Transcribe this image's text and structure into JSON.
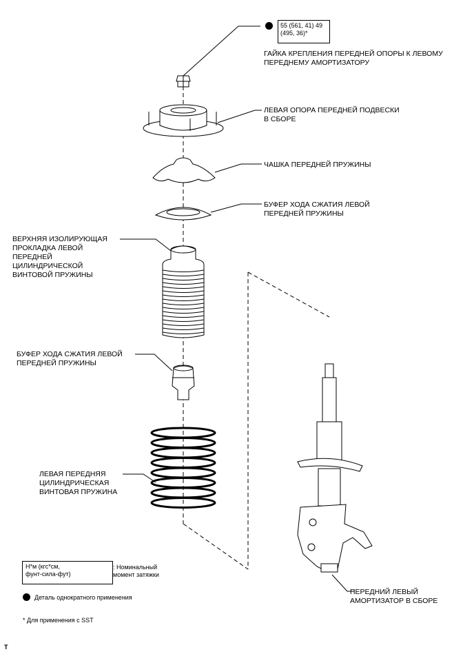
{
  "torque": {
    "value_line1": "55 (561, 41) 49",
    "value_line2": "(495, 36)*"
  },
  "labels": {
    "nut": "ГАЙКА КРЕПЛЕНИЯ ПЕРЕДНЕЙ ОПОРЫ К ЛЕВОМУ\nПЕРЕДНЕМУ АМОРТИЗАТОРУ",
    "support": "ЛЕВАЯ ОПОРА ПЕРЕДНЕЙ ПОДВЕСКИ\nВ СБОРЕ",
    "spring_seat": "ЧАШКА ПЕРЕДНЕЙ ПРУЖИНЫ",
    "bumper_upper": "БУФЕР ХОДА СЖАТИЯ ЛЕВОЙ\nПЕРЕДНЕЙ ПРУЖИНЫ",
    "insulator": "ВЕРХНЯЯ ИЗОЛИРУЮЩАЯ\nПРОКЛАДКА ЛЕВОЙ\nПЕРЕДНЕЙ\nЦИЛИНДРИЧЕСКОЙ\nВИНТОВОЙ ПРУЖИНЫ",
    "bumper_lower": "БУФЕР ХОДА СЖАТИЯ ЛЕВОЙ\nПЕРЕДНЕЙ ПРУЖИНЫ",
    "coil_spring": "ЛЕВАЯ ПЕРЕДНЯЯ\nЦИЛИНДРИЧЕСКАЯ\nВИНТОВАЯ ПРУЖИНА",
    "absorber": "ПЕРЕДНИЙ ЛЕВЫЙ\nАМОРТИЗАТОР В СБОРЕ"
  },
  "legend": {
    "unit_box": "Н*м (кгс*см,\nфунт-сила-фут)",
    "unit_desc": ": Номинальный\nмомент затяжки",
    "single_use": "Деталь однократного применения",
    "sst_note": "* Для применения с SST"
  },
  "footer_code": "T"
}
